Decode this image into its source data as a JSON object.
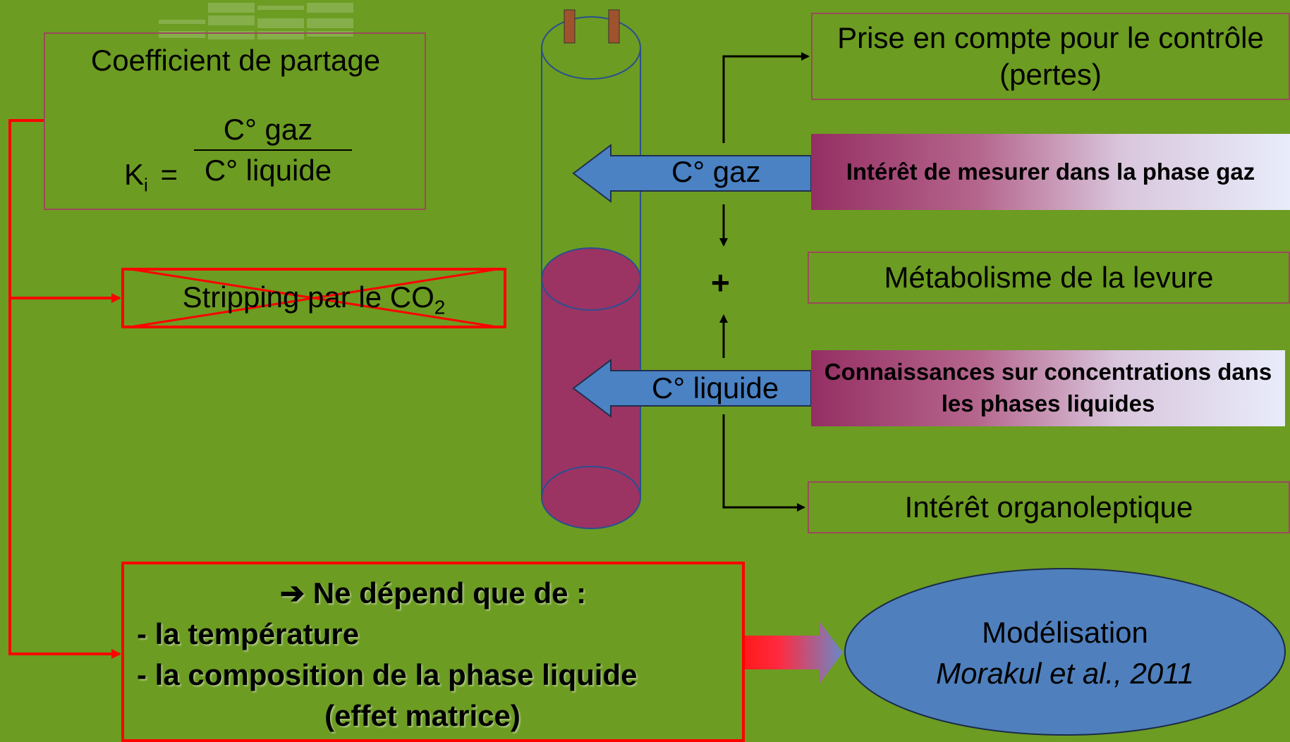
{
  "coefficient": {
    "title": "Coefficient de partage",
    "k_symbol": "K",
    "k_subscript": "i",
    "equals": "=",
    "numerator": "C° gaz",
    "denominator": "C° liquide"
  },
  "stripping": {
    "text": "Stripping par le CO",
    "subscript": "2"
  },
  "arrows": {
    "gas_label": "C° gaz",
    "liquid_label": "C° liquide",
    "plus": "+"
  },
  "right_boxes": {
    "control": "Prise en compte pour le contrôle (pertes)",
    "gas_interest": "Intérêt de mesurer dans la phase gaz",
    "metabolism": "Métabolisme de la levure",
    "liquid_knowledge": "Connaissances sur concentrations dans les phases liquides",
    "organoleptic": "Intérêt organoleptique"
  },
  "depends": {
    "arrow_glyph": "➔",
    "heading": "Ne dépend que de :",
    "item1": "- la température",
    "item2": "- la composition de la phase liquide",
    "item3": "(effet matrice)"
  },
  "model": {
    "title": "Modélisation",
    "citation": "Morakul et al., 2011"
  },
  "colors": {
    "background": "#6c9c22",
    "wine": "#9b3463",
    "blue_arrow": "#4a82c4",
    "red": "#ff0000",
    "ellipse": "#4f80bd"
  }
}
